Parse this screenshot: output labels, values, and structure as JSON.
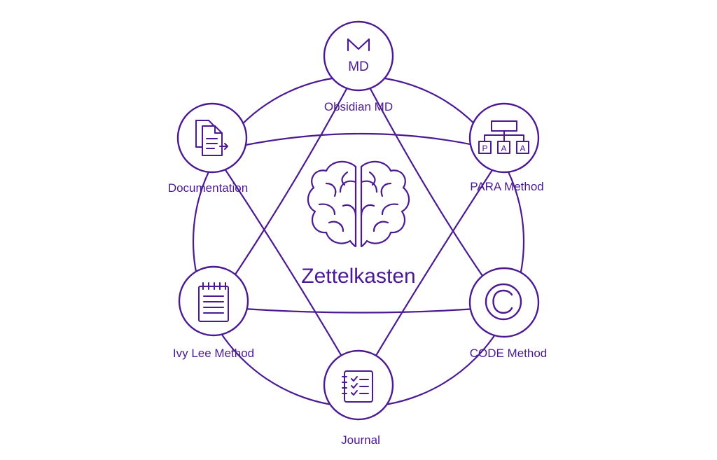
{
  "colors": {
    "accent": "#4b1a92",
    "background": "#ffffff",
    "node_fill": "#ffffff"
  },
  "center": {
    "title": "Zettelkasten",
    "icon": "brain-icon"
  },
  "nodes": [
    {
      "id": "obsidian",
      "label": "Obsidian MD",
      "icon": "markdown-icon",
      "icon_text": "MD"
    },
    {
      "id": "para",
      "label": "PARA Method",
      "icon": "org-chart-icon",
      "icon_letters": [
        "P",
        "A",
        "A"
      ]
    },
    {
      "id": "code",
      "label": "CODE Method",
      "icon": "copyright-icon"
    },
    {
      "id": "journal",
      "label": "Journal",
      "icon": "checklist-journal-icon"
    },
    {
      "id": "ivylee",
      "label": "Ivy Lee Method",
      "icon": "notepad-icon"
    },
    {
      "id": "documentation",
      "label": "Documentation",
      "icon": "documents-icon"
    }
  ]
}
